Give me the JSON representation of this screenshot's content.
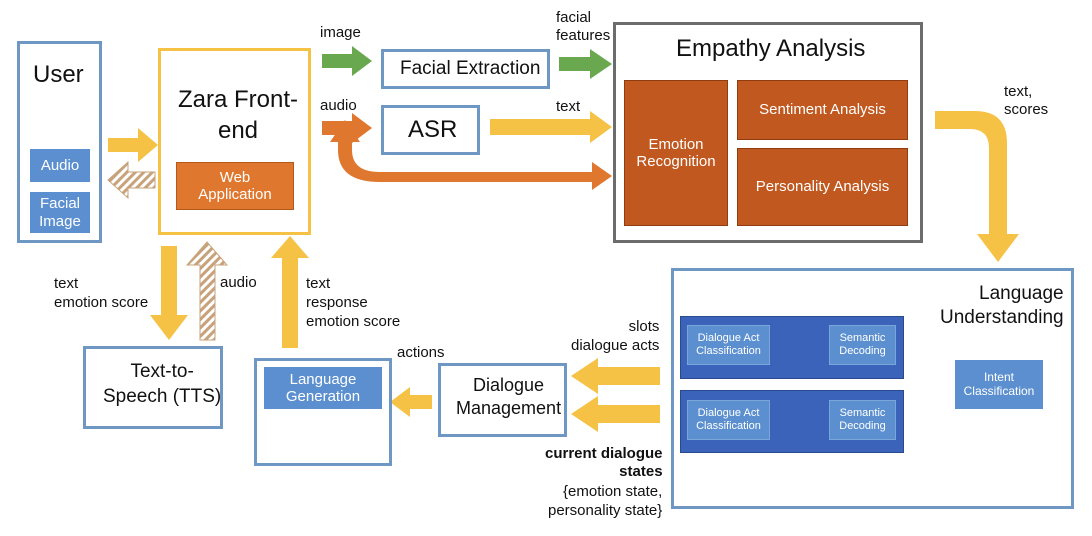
{
  "nodes": {
    "user": {
      "title": "User",
      "audio": "Audio",
      "facial_image": "Facial\nImage"
    },
    "frontend": {
      "title": "Zara Front-\nend",
      "web_app": "Web\nApplication"
    },
    "facial_extraction": "Facial Extraction",
    "asr": "ASR",
    "empathy": {
      "title": "Empathy Analysis",
      "emotion": "Emotion\nRecognition",
      "sentiment": "Sentiment Analysis",
      "personality": "Personality Analysis"
    },
    "tts": "Text-to-\nSpeech (TTS)",
    "language_generation": "Language\nGeneration",
    "dialogue_management": "Dialogue\nManagement",
    "lu": {
      "title": "Language\nUnderstanding",
      "row1_act": "Dialogue Act\nClassification",
      "row1_sem": "Semantic\nDecoding",
      "row2_act": "Dialogue Act\nClassification",
      "row2_sem": "Semantic\nDecoding",
      "intent": "Intent\nClassification"
    }
  },
  "labels": {
    "image": "image",
    "audio_top": "audio",
    "facial_features": "facial\nfeatures",
    "text_asr": "text",
    "text_scores": "text,\nscores",
    "text_emotion_score": "text\nemotion score",
    "audio_down": "audio",
    "text_response": "text\nresponse\nemotion score",
    "actions": "actions",
    "slots": "slots\ndialogue acts",
    "current_states": "current dialogue\nstates",
    "states_detail": "{emotion state,\npersonality state}"
  },
  "colors": {
    "yellow": "#f5c245",
    "green": "#6aa84f",
    "orange": "#e0772f",
    "blue_border": "#6e97c4",
    "grey_border": "#6c6c6c",
    "dark_orange": "#c1581f",
    "panel_blue": "#3a63b9",
    "chip_blue": "#5b8fcf",
    "pale_arrow": "#f8d9a0"
  }
}
